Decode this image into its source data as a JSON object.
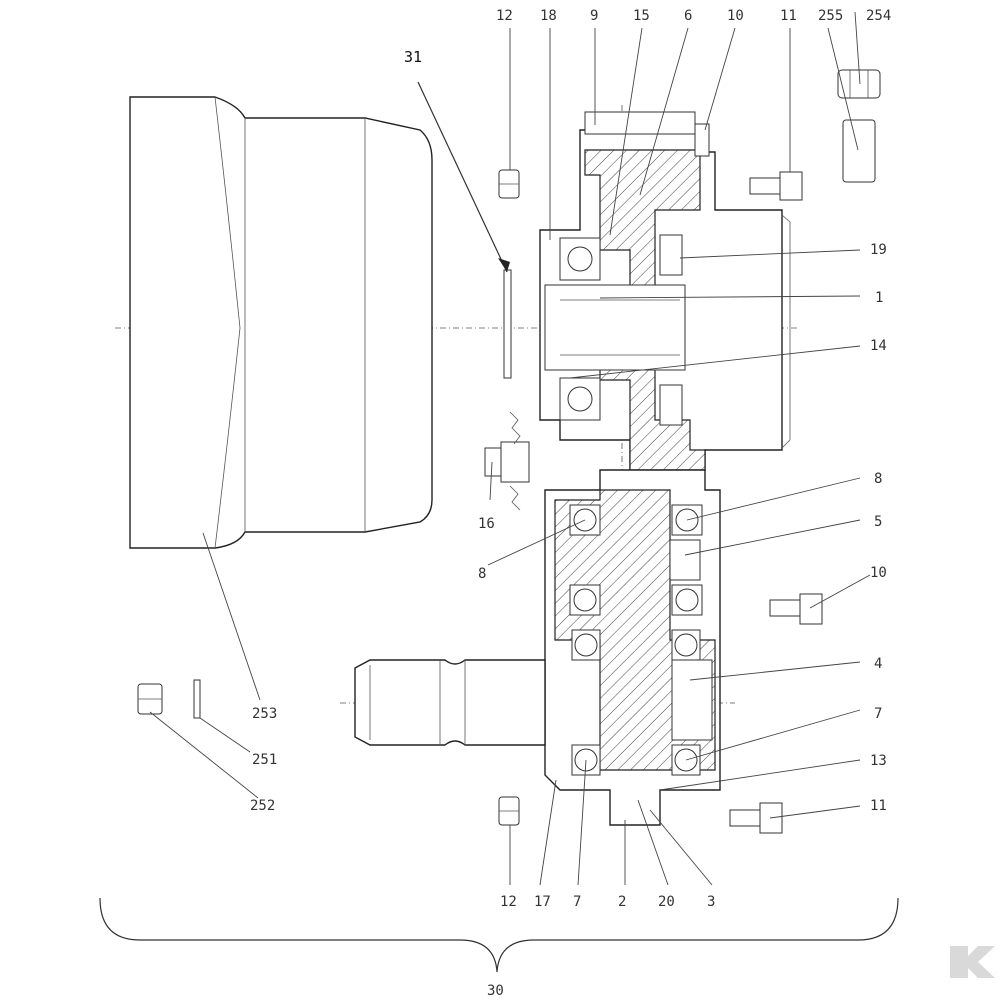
{
  "callouts": {
    "c31": "31",
    "c12a": "12",
    "c18": "18",
    "c9": "9",
    "c15": "15",
    "c6": "6",
    "c10a": "10",
    "c11a": "11",
    "c255": "255",
    "c254": "254",
    "c19": "19",
    "c1": "1",
    "c14": "14",
    "c16": "16",
    "c8a": "8",
    "c8b": "8",
    "c5": "5",
    "c10b": "10",
    "c4": "4",
    "c253": "253",
    "c251": "251",
    "c252": "252",
    "c7a": "7",
    "c13": "13",
    "c11b": "11",
    "c12b": "12",
    "c17": "17",
    "c7b": "7",
    "c2": "2",
    "c20": "20",
    "c3": "3",
    "c30": "30"
  },
  "logo": {
    "icon": "kramp-k-logo-icon",
    "color": "#d9d9d9"
  }
}
